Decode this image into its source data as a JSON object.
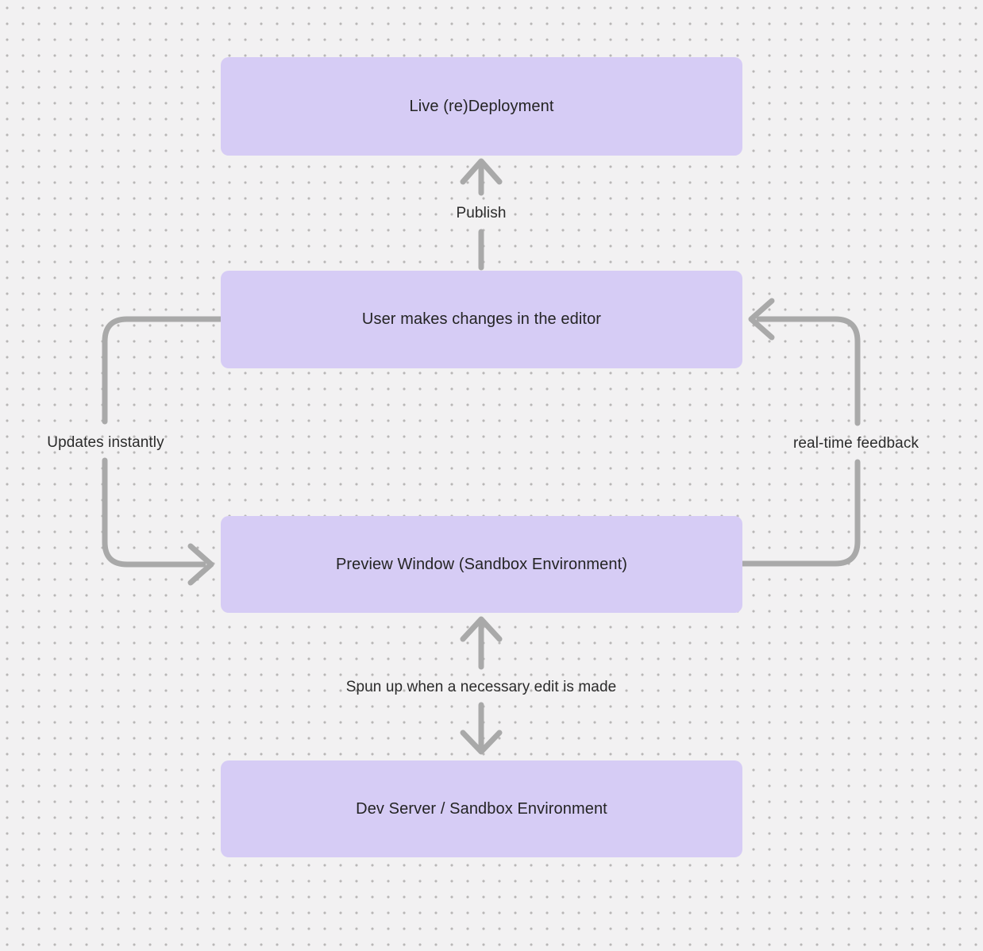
{
  "colors": {
    "background": "#f2f1f2",
    "dot": "#b8b6b6",
    "node_fill": "#d6ccf5",
    "node_text": "#242424",
    "arrow": "#a9a9a9",
    "label_text": "#2b2b2b"
  },
  "diagram": {
    "type": "flowchart",
    "nodes": [
      {
        "id": "live-redeployment",
        "label": "Live (re)Deployment"
      },
      {
        "id": "user-editor",
        "label": "User makes changes in the editor"
      },
      {
        "id": "preview-window",
        "label": "Preview Window (Sandbox Environment)"
      },
      {
        "id": "dev-server",
        "label": "Dev Server / Sandbox Environment"
      }
    ],
    "edges": [
      {
        "label": "Publish",
        "from": "user-editor",
        "to": "live-redeployment",
        "direction": "up"
      },
      {
        "label": "Updates instantly",
        "from": "user-editor",
        "to": "preview-window",
        "direction": "left-loop-down"
      },
      {
        "label": "real-time feedback",
        "from": "preview-window",
        "to": "user-editor",
        "direction": "right-loop-up"
      },
      {
        "label": "Spun up when a necessary edit is made",
        "from": "dev-server",
        "to": "preview-window",
        "direction": "bidirectional"
      }
    ]
  }
}
